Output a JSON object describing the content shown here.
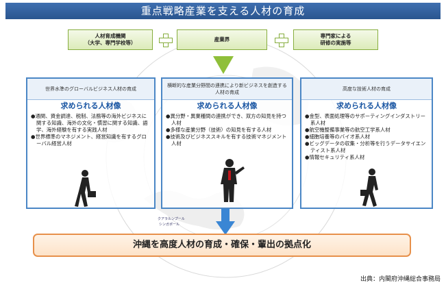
{
  "title": "重点戦略産業を支える人材の育成",
  "sources": [
    {
      "line1": "人材育成機関",
      "line2": "（大学、専門学校等）"
    },
    {
      "line1": "産業界",
      "line2": ""
    },
    {
      "line1": "専門家による",
      "line2": "研修の実施等"
    }
  ],
  "columns": [
    {
      "header": "世界水準のグローバルビジネス人材の育成",
      "subheading": "求められる人材像",
      "items": [
        "●通関、資金調達、税制、法務等の海外ビジネスに関する知識、海外の文化・慣習に関する知識、語学、海外経験を有する実践人材",
        "●世界標準のマネジメント、経営知識を有するグローバル経営人材"
      ]
    },
    {
      "header": "横断的な産業分野間の連携により新ビジネスを創造する人材の育成",
      "subheading": "求められる人材像",
      "items": [
        "●異分野・異業種間の連携ができ、双方の知見を持つ人材",
        "●多様な産業分野（技術）の知見を有する人材",
        "●技術及びビジネススキルを有する技術マネジメント人材"
      ]
    },
    {
      "header": "高度な技術人材の育成",
      "subheading": "求められる人材像",
      "items": [
        "●金型、表面処理等のサポーティングインダストリー系人材",
        "●航空機整備事業等の航空工学系人材",
        "●細胞培養等のバイオ系人材",
        "●ビッグデータの収集・分析等を行うデータサイエンティスト系人材",
        "●情報セキュリティ系人材"
      ]
    }
  ],
  "map_labels": [
    "クアラルンプール",
    "シンガポール"
  ],
  "bottom_banner": "沖縄を高度人材の育成・確保・輩出の拠点化",
  "source_note": "出典：内閣府沖縄総合事務局",
  "colors": {
    "title_blue": "#2f5fa0",
    "column_border": "#4a86c5",
    "source_green": "#86ad3d",
    "banner_orange": "#e7904a",
    "arrow_green": "#8fbf3a",
    "arrow_blue": "#3a86d4"
  }
}
